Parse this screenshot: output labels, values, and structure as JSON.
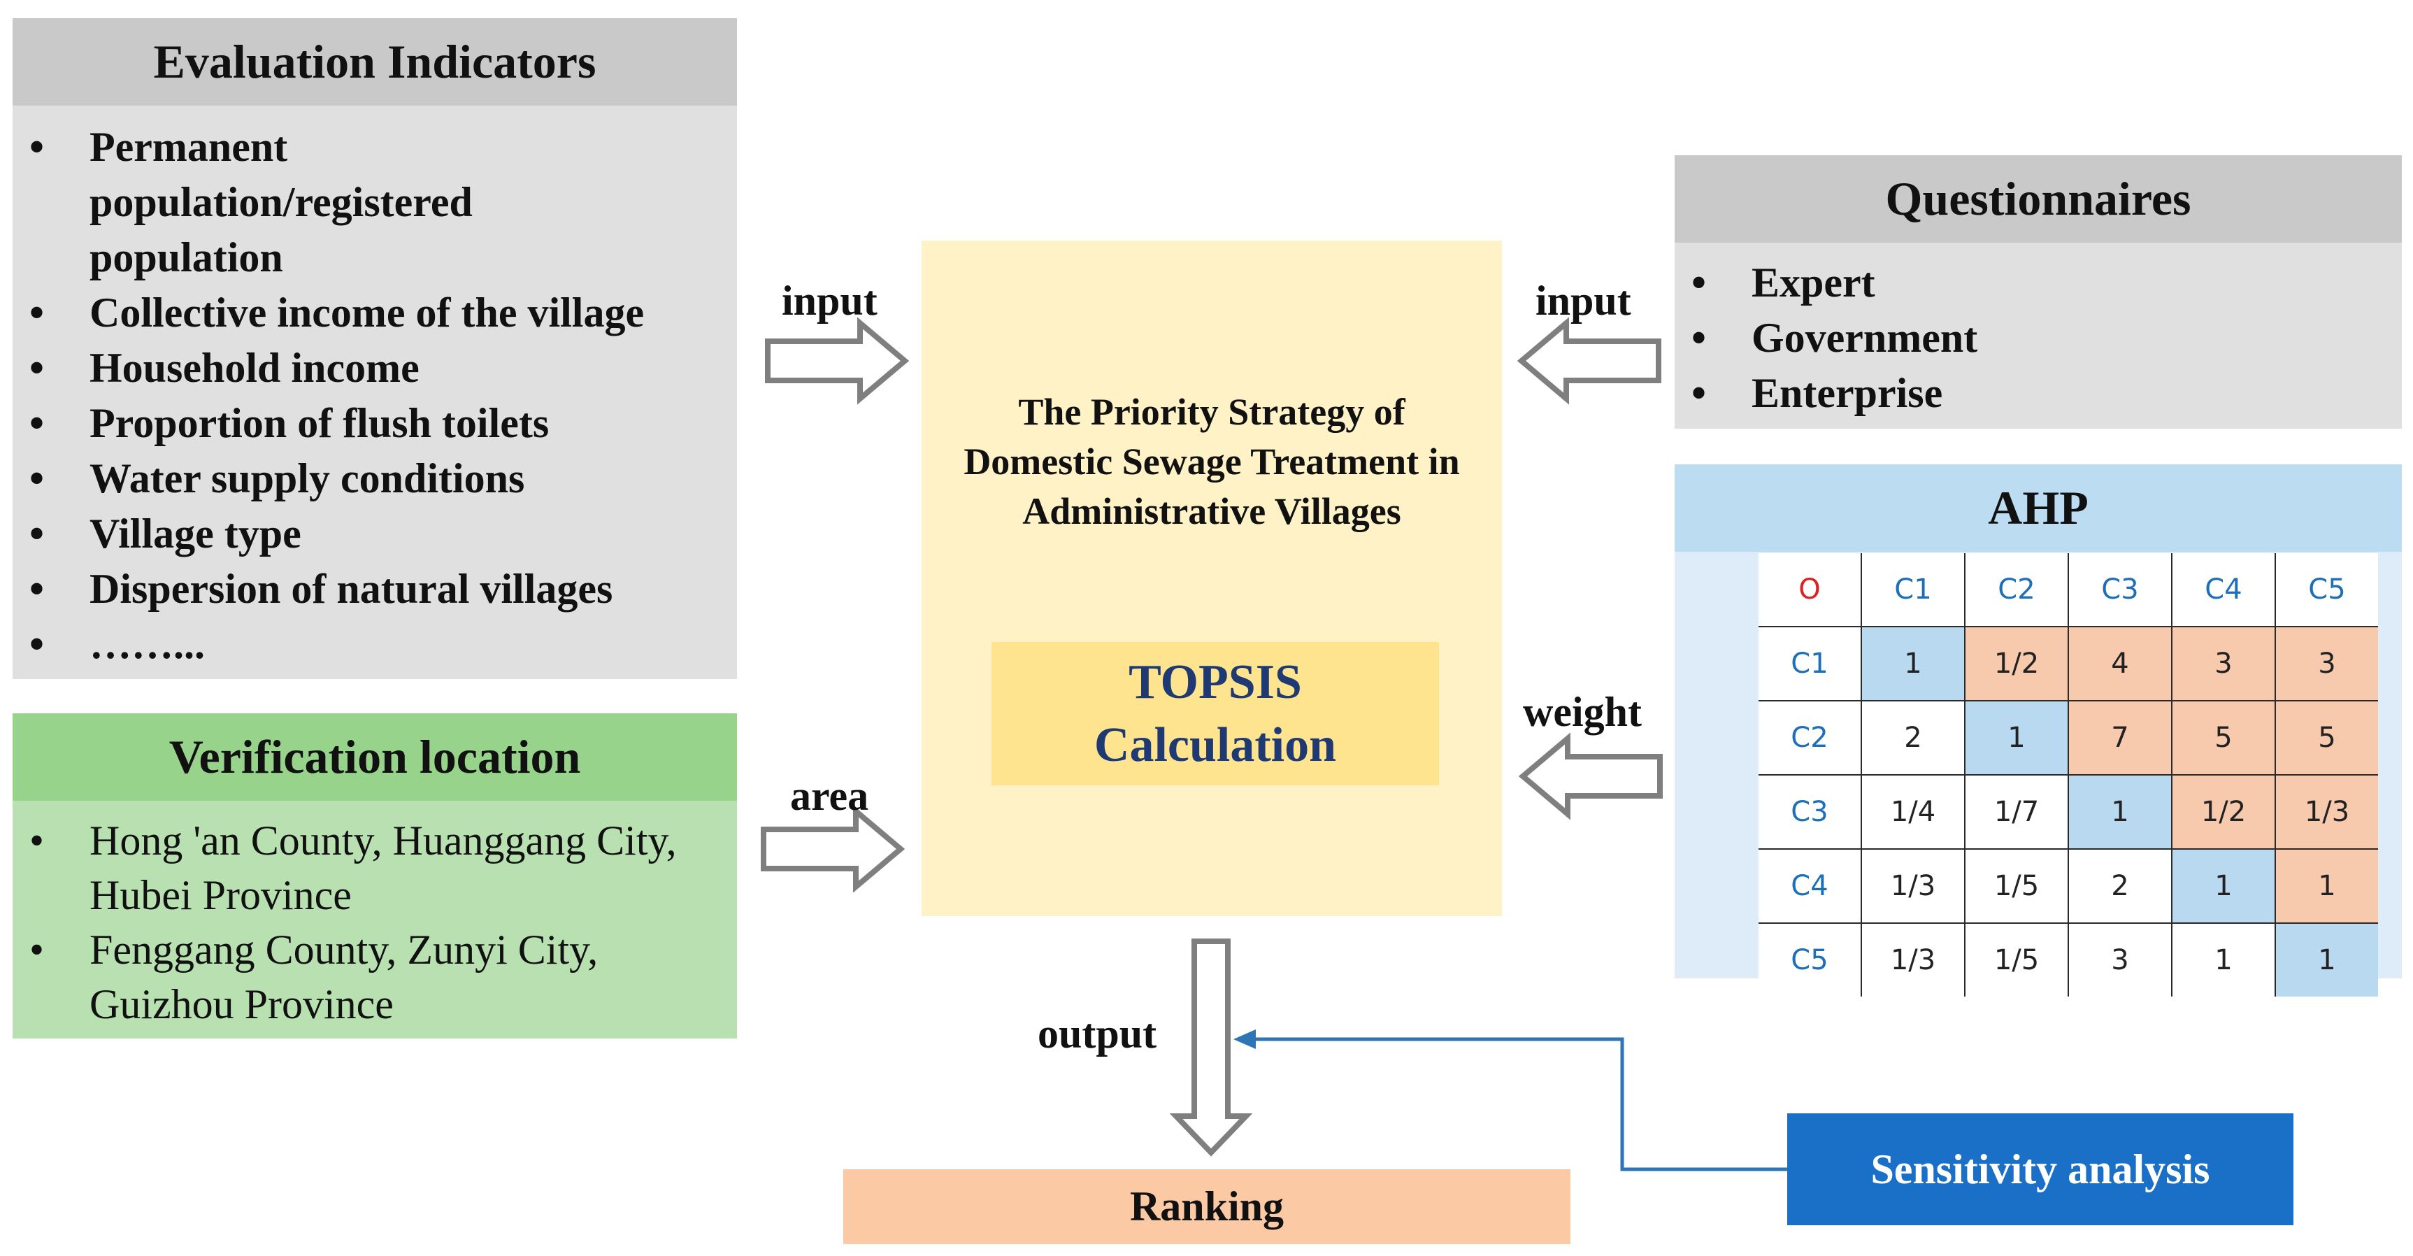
{
  "evaluation_indicators": {
    "title": "Evaluation Indicators",
    "items": [
      "Permanent\npopulation/registered\npopulation",
      "Collective income of the village",
      "Household income",
      "Proportion of flush toilets",
      "Water supply conditions",
      "Village type",
      "Dispersion of natural villages",
      "……..."
    ]
  },
  "verification_location": {
    "title": "Verification location",
    "items": [
      "Hong 'an County, Huanggang City,\nHubei Province",
      "Fenggang County, Zunyi City,\nGuizhou Province"
    ]
  },
  "questionnaires": {
    "title": "Questionnaires",
    "items": [
      "Expert",
      "Government",
      "Enterprise"
    ]
  },
  "ahp": {
    "title": "AHP",
    "corner": "O",
    "columns": [
      "C1",
      "C2",
      "C3",
      "C4",
      "C5"
    ],
    "rows": [
      {
        "label": "C1",
        "cells": [
          "1",
          "1/2",
          "4",
          "3",
          "3"
        ]
      },
      {
        "label": "C2",
        "cells": [
          "2",
          "1",
          "7",
          "5",
          "5"
        ]
      },
      {
        "label": "C3",
        "cells": [
          "1/4",
          "1/7",
          "1",
          "1/2",
          "1/3"
        ]
      },
      {
        "label": "C4",
        "cells": [
          "1/3",
          "1/5",
          "2",
          "1",
          "1"
        ]
      },
      {
        "label": "C5",
        "cells": [
          "1/3",
          "1/5",
          "3",
          "1",
          "1"
        ]
      }
    ]
  },
  "center": {
    "title": "The Priority Strategy of\nDomestic Sewage Treatment in\nAdministrative Villages",
    "topsis_line1": "TOPSIS",
    "topsis_line2": "Calculation"
  },
  "labels": {
    "input_left": "input",
    "input_right": "input",
    "area": "area",
    "weight": "weight",
    "output": "output"
  },
  "ranking": "Ranking",
  "sensitivity": "Sensitivity analysis",
  "colors": {
    "header_gray": "#c9c9c9",
    "body_gray": "#e0e0e0",
    "header_green": "#97d38a",
    "body_green": "#b8e0b0",
    "header_blue": "#bcdcf2",
    "center_yellow": "#fff2c7",
    "topsis_yellow": "#ffe48f",
    "ranking_orange": "#fcc9a5",
    "sensitivity_blue": "#1a70c6",
    "connector_blue": "#2e75b6"
  }
}
